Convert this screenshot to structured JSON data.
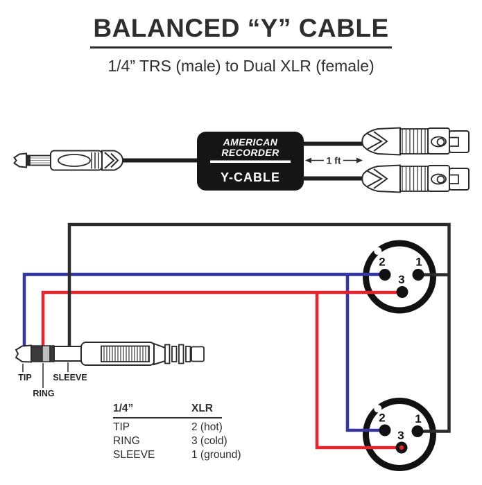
{
  "title": "BALANCED “Y” CABLE",
  "subtitle": "1/4” TRS (male) to Dual XLR (female)",
  "cable_photo": {
    "brand_line1": "AMERICAN",
    "brand_line2": "RECORDER",
    "model": "Y-CABLE",
    "length_label": "1 ft"
  },
  "trs_plug": {
    "tip_label": "TIP",
    "ring_label": "RING",
    "sleeve_label": "SLEEVE"
  },
  "xlr": {
    "pin1": "1",
    "pin2": "2",
    "pin3": "3"
  },
  "wiring_table": {
    "col1_header": "1/4”",
    "col2_header": "XLR",
    "rows": [
      {
        "conductor": "TIP",
        "xlr": "2 (hot)"
      },
      {
        "conductor": "RING",
        "xlr": "3 (cold)"
      },
      {
        "conductor": "SLEEVE",
        "xlr": "1 (ground)"
      }
    ]
  },
  "colors": {
    "tip_wire": "#3636A3",
    "ring_wire": "#E8232B",
    "sleeve_wire": "#2B2B2B",
    "outline": "#2A2A2A"
  }
}
